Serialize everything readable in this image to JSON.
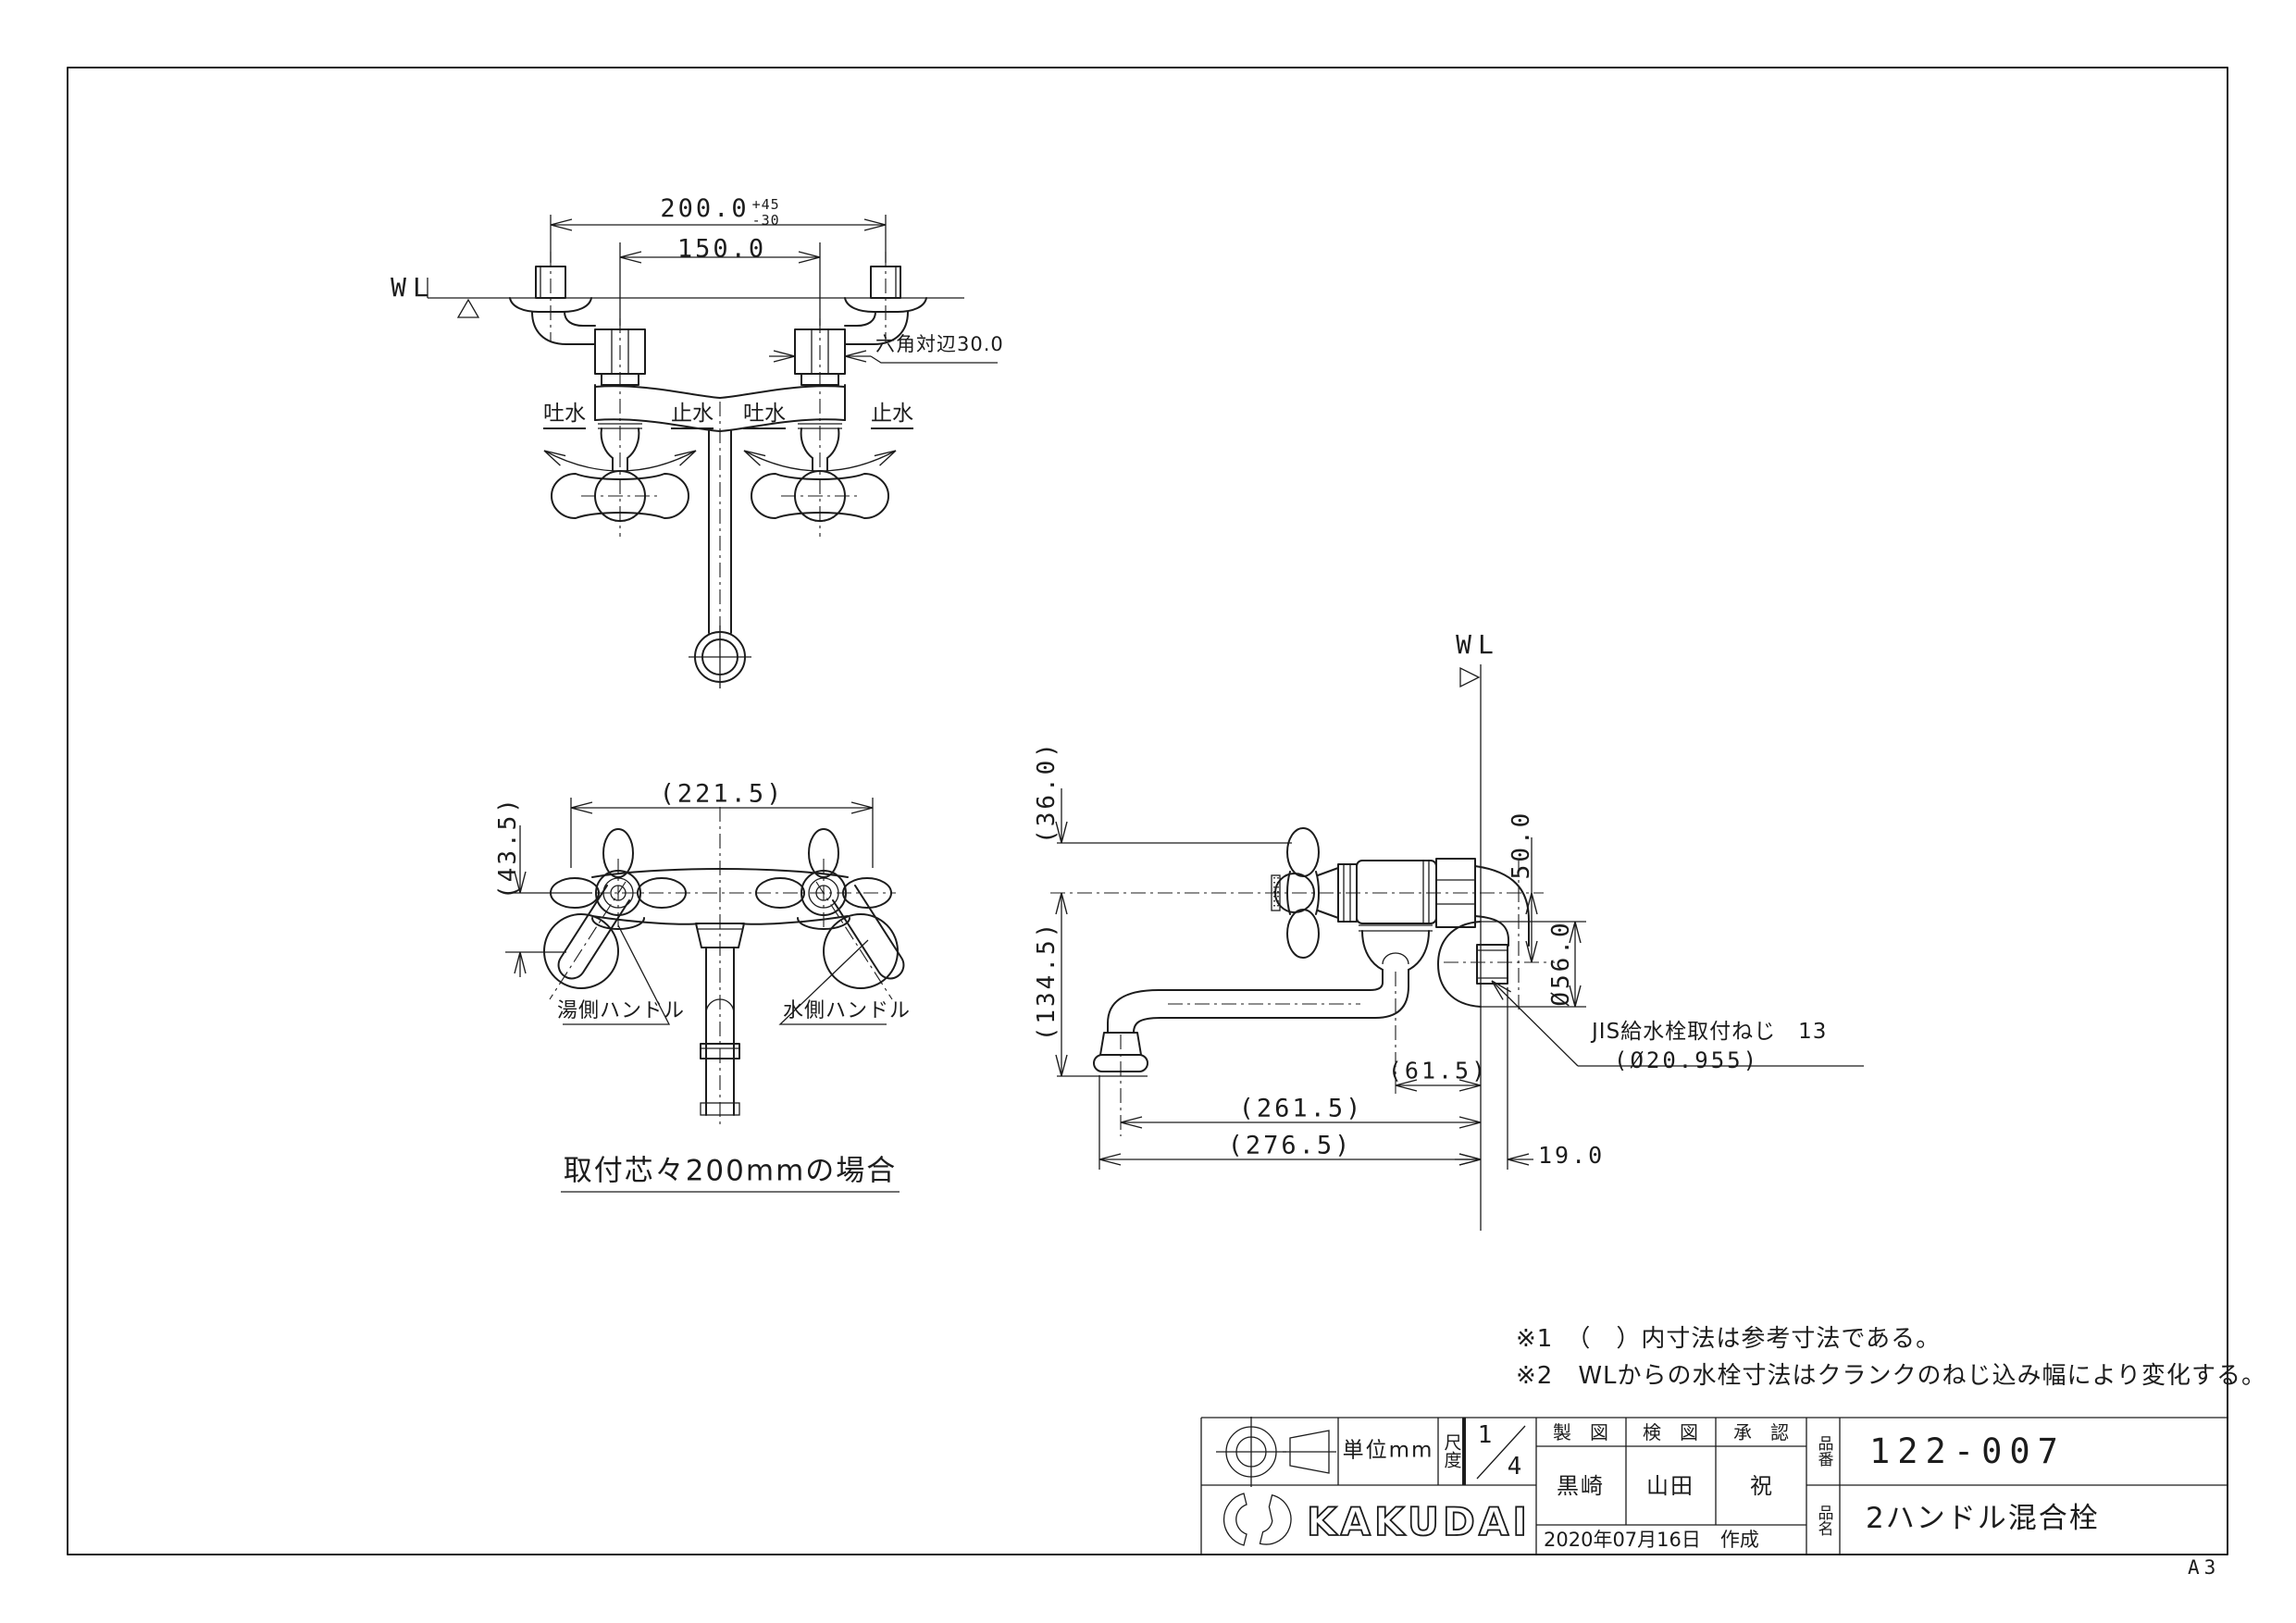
{
  "sheet": {
    "size_label": "A3",
    "ink_color": "#1c1c1c",
    "paper_color": "#ffffff"
  },
  "top_view": {
    "wall_line_label": "WL",
    "mounting_pitch": "200.0",
    "mounting_pitch_tol_upper": "+45",
    "mounting_pitch_tol_lower": "-30",
    "connection_pitch": "150.0",
    "hex_width_note": "六角対辺30.0",
    "open_label": "吐水",
    "close_label": "止水"
  },
  "front_view": {
    "overall_width": "(221.5)",
    "handle_offset": "(43.5)",
    "hot_handle_label": "湯側ハンドル",
    "cold_handle_label": "水側ハンドル",
    "caption": "取付芯々200mmの場合"
  },
  "side_view": {
    "wall_line_label": "WL",
    "handle_top_height": "(36.0)",
    "spout_drop": "(134.5)",
    "crank_offset": "50.0",
    "flange_diameter": "Ø56.0",
    "spout_axis_to_wall": "(61.5)",
    "spout_reach": "(261.5)",
    "overall_reach": "(276.5)",
    "thread_engagement": "19.0",
    "thread_note_line1": "JIS給水栓取付ねじ　13",
    "thread_note_line2": "(Ø20.955)"
  },
  "notes": {
    "note1": "※1　（　）内寸法は参考寸法である。",
    "note2": "※2　WLからの水栓寸法はクランクのねじ込み幅により変化する。"
  },
  "title_block": {
    "unit": "単位mm",
    "scale_label": "尺度",
    "scale_numerator": "1",
    "scale_denominator": "4",
    "drafted_label": "製　図",
    "checked_label": "検　図",
    "approved_label": "承　認",
    "drafted_by": "黒崎",
    "checked_by": "山田",
    "approved_by": "祝",
    "created_date": "2020年07月16日　作成",
    "part_no_label": "品番",
    "part_no": "122-007",
    "part_name_label": "品名",
    "part_name": "2ハンドル混合栓",
    "brand": "KAKUDAI"
  }
}
